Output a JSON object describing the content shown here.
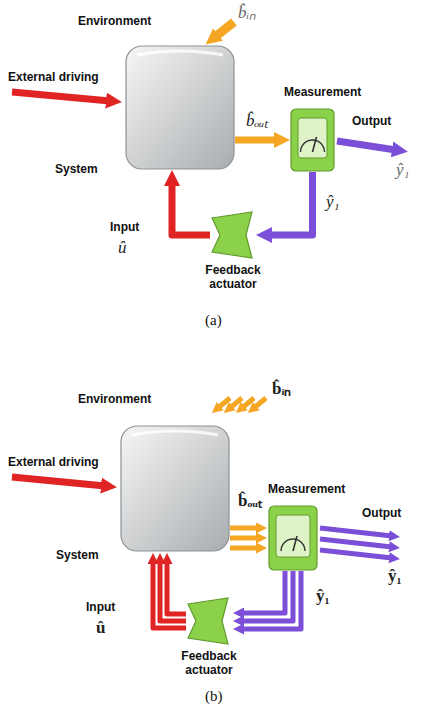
{
  "diagram": {
    "nodes": [
      {
        "text": [
          "System"
        ]
      },
      {
        "text": [
          "Measurement"
        ]
      },
      {
        "text": [
          "Feedback actuator"
        ]
      },
      {
        "text": [
          "System"
        ]
      },
      {
        "text": [
          "Measurement"
        ]
      },
      {
        "text": [
          "Feedback actuator"
        ]
      }
    ],
    "edges": [
      {
        "from": 0,
        "to": 1,
        "label": "b̂ₒᵤₜ",
        "arrow": "to"
      },
      {
        "from": 1,
        "to": 2,
        "label": "ŷ₁",
        "arrow": "to"
      },
      {
        "from": 2,
        "to": 0,
        "arrow": "to"
      },
      {
        "from": 3,
        "to": 4,
        "label": "b̂ₒᵤₜ",
        "arrow": "to"
      },
      {
        "from": 4,
        "to": 5,
        "label": "ŷ₁",
        "arrow": "to"
      },
      {
        "from": 5,
        "to": 3,
        "arrow": "to"
      }
    ],
    "labels": [
      "Environment",
      "b̂ᵢₙ",
      "External driving",
      "Output",
      "ŷ₁",
      "Input",
      "û",
      "(a)",
      "Environment",
      "b̂ᵢₙ",
      "External driving",
      "Output",
      "ŷ₁",
      "Input",
      "û",
      "(b)"
    ]
  }
}
